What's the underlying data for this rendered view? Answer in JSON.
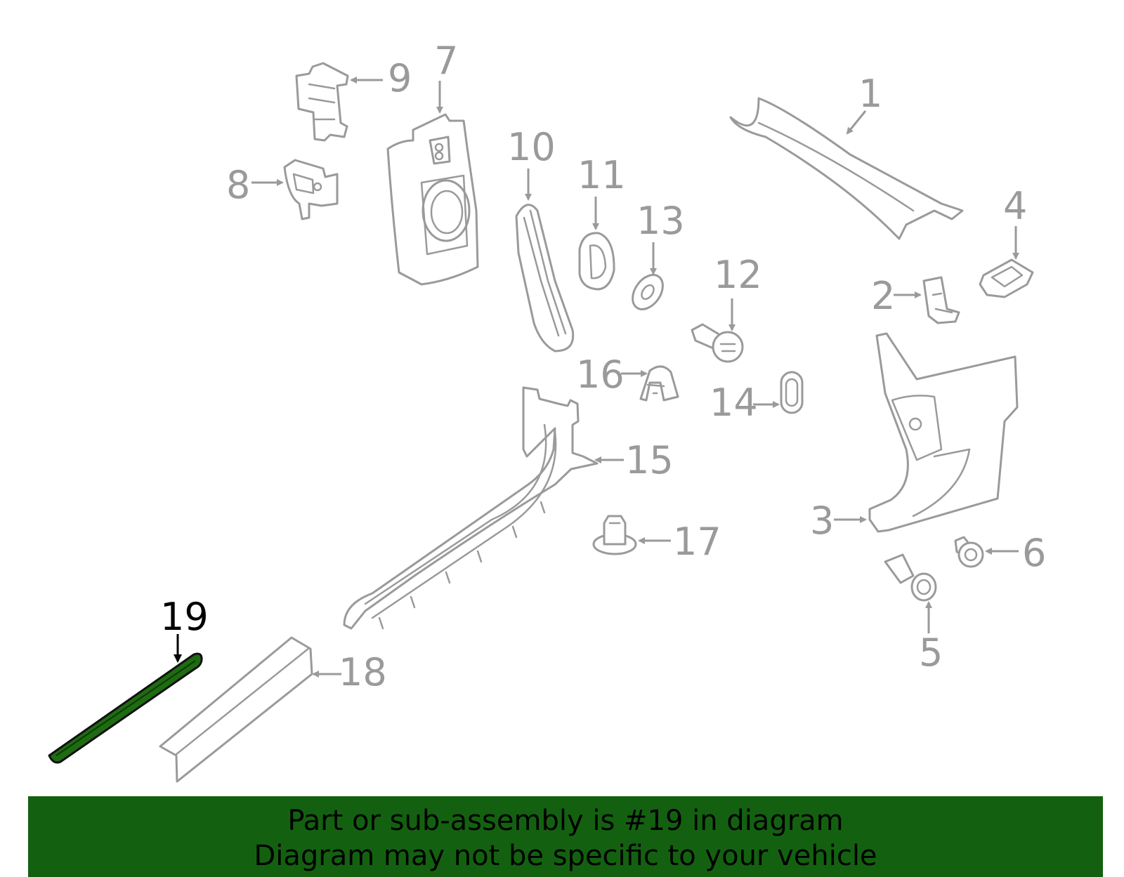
{
  "callouts": {
    "c1": "1",
    "c2": "2",
    "c3": "3",
    "c4": "4",
    "c5": "5",
    "c6": "6",
    "c7": "7",
    "c8": "8",
    "c9": "9",
    "c10": "10",
    "c11": "11",
    "c12": "12",
    "c13": "13",
    "c14": "14",
    "c15": "15",
    "c16": "16",
    "c17": "17",
    "c18": "18",
    "c19": "19"
  },
  "highlight": {
    "callout": "19",
    "color": "#136110"
  },
  "banner": {
    "line1": "Part or sub-assembly is #19 in diagram",
    "line2": "Diagram may not be specific to your vehicle"
  }
}
